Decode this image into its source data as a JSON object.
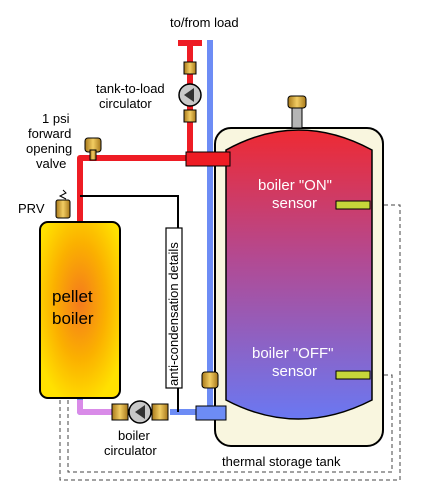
{
  "labels": {
    "to_from_load": "to/from load",
    "tank_to_load_line1": "tank-to-load",
    "tank_to_load_line2": "circulator",
    "fwd_valve_line1": "1 psi",
    "fwd_valve_line2": "forward",
    "fwd_valve_line3": "opening",
    "fwd_valve_line4": "valve",
    "prv": "PRV",
    "boiler_line1": "pellet",
    "boiler_line2": "boiler",
    "anti_condensation": "anti-condensation details",
    "boiler_on_line1": "boiler \"ON\"",
    "boiler_on_line2": "sensor",
    "boiler_off_line1": "boiler \"OFF\"",
    "boiler_off_line2": "sensor",
    "boiler_circ_line1": "boiler",
    "boiler_circ_line2": "circulator",
    "storage_tank": "thermal storage tank"
  },
  "colors": {
    "hot_pipe": "#ee1c24",
    "cool_pipe": "#6d8cf5",
    "return_pipe": "#d98be8",
    "tank_top": "#ee2a33",
    "tank_bottom": "#6a78f2",
    "tank_jacket": "#f9f6df",
    "boiler_core": "#f47a1d",
    "boiler_edge": "#ffe100",
    "brass": "#d9a92c",
    "sensor": "#c6d63a"
  }
}
